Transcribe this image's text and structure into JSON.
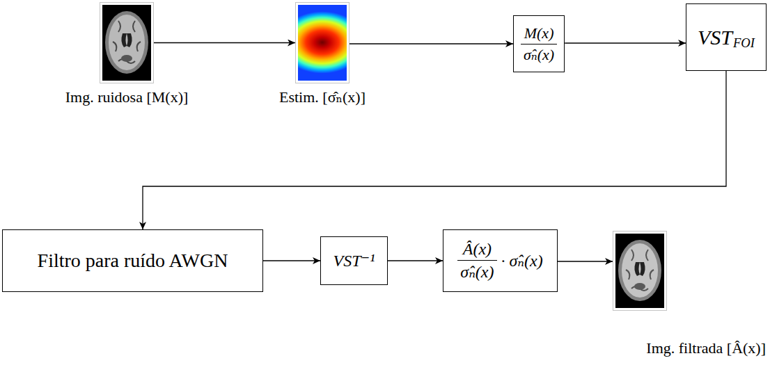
{
  "diagram": {
    "nodes": [
      {
        "text": [
          "Img. ruidosa [M(x)]"
        ]
      },
      {
        "text": [
          "Estim. [σ̂ₙ(x)]"
        ]
      },
      {
        "text": [
          "M(x)",
          "σ̂ₙ(x)"
        ]
      },
      {
        "text": [
          "VST",
          "FOI"
        ]
      },
      {
        "text": [
          "Filtro para ruído AWGN"
        ]
      },
      {
        "text": [
          "VST⁻¹"
        ]
      },
      {
        "text": [
          "Â(x)",
          "σ̂ₙ(x)",
          "· σ̂ₙ(x)"
        ]
      },
      {
        "text": [
          "Img. filtrada [Â(x)]"
        ]
      }
    ],
    "edges": [
      {
        "from": 0,
        "to": 1,
        "arrow": "to"
      },
      {
        "from": 1,
        "to": 2,
        "arrow": "to"
      },
      {
        "from": 2,
        "to": 3,
        "arrow": "to"
      },
      {
        "from": 3,
        "to": 4,
        "arrow": "to"
      },
      {
        "from": 4,
        "to": 5,
        "arrow": "to"
      },
      {
        "from": 5,
        "to": 6,
        "arrow": "to"
      },
      {
        "from": 6,
        "to": 7,
        "arrow": "to"
      }
    ]
  }
}
